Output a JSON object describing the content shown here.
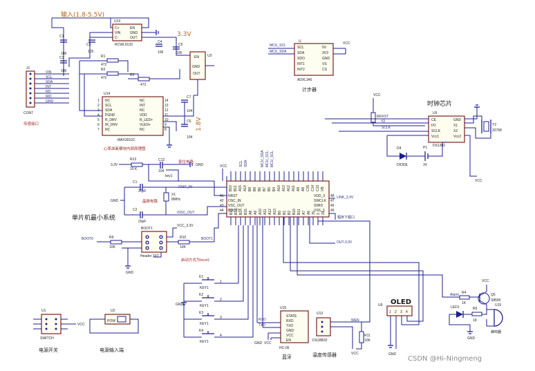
{
  "power_input": {
    "title": "输入(1.8-5.5V)",
    "rail_3v3": "3.3V",
    "ldo": {
      "ref": "U13",
      "part": "RCWL0133",
      "pins": [
        "C+",
        "VIN",
        "C-",
        "EN",
        "GND",
        "OUT"
      ]
    },
    "caps": [
      "C1",
      "C2",
      "C3",
      "C4",
      "C5"
    ],
    "cap_value": "106",
    "cap_value2": "105"
  },
  "connector_j1": {
    "ref": "J1",
    "name": "CON7",
    "label": "传感接口",
    "nets": [
      "VIN",
      "SCL",
      "SDA",
      "INT",
      "RD",
      "IRD",
      "GND"
    ]
  },
  "heart_sensor": {
    "ref": "U14",
    "part": "MAX30102",
    "label": "心率血氧模块内部原理图",
    "resistors": [
      "R1",
      "R2",
      "R3"
    ],
    "res_value": "472",
    "left_pins": [
      "NC",
      "SCL",
      "SDA",
      "PGND",
      "R_DRV",
      "IR_DRV",
      "NC"
    ],
    "right_pins": [
      "NC",
      "INT",
      "NC",
      "VDD",
      "R_LED+",
      "VLED+",
      "NC"
    ],
    "left_nums": [
      "1",
      "2",
      "3",
      "4",
      "5",
      "6",
      "7"
    ],
    "right_nums": [
      "14",
      "13",
      "12",
      "11",
      "10",
      "9",
      "8"
    ]
  },
  "ldo_1v8": {
    "ref": "U3",
    "part": "1.8V",
    "pins": [
      "EN",
      "GND",
      "OUT"
    ],
    "caps": [
      "C7",
      "C6"
    ],
    "cap_value": "104"
  },
  "pedometer": {
    "ref": "U",
    "part": "ADXL345",
    "label": "计步器",
    "net_scl": "MCU_SCL",
    "net_sda": "MCU_SDA",
    "left_pins": [
      "SCL",
      "SDA",
      "SDO",
      "INT1",
      "INT2"
    ],
    "right_pins": [
      "5V",
      "3V3",
      "GND",
      "VS",
      "CS"
    ],
    "vcc": "VCC"
  },
  "rtc": {
    "ref": "U9",
    "part": "DS1302",
    "label": "时钟芯片",
    "left_pins": [
      "CE",
      "I/O",
      "SCLK",
      "Vcc1"
    ],
    "right_pins": [
      "GND",
      "X1",
      "X2",
      "Vcc2"
    ],
    "crystal": "Y2",
    "crystal_freq": "32768",
    "r_ref": "R6",
    "vcc": "VCC",
    "diode": "D4",
    "diode_part": "DIODE",
    "bat": "P1",
    "bat_v": "3V",
    "net_rst": "RST",
    "net_io": "IO",
    "net_sclk": "SCLK"
  },
  "mcu": {
    "label": "单片机最小系统",
    "reset_label": "复位电路",
    "osc_label": "晶振电路",
    "boot_label": "启动方式为boot1",
    "r_reset": "R13",
    "r_reset_val": "10 K",
    "c_reset": "C12",
    "c_reset_val": "104",
    "key": "key1",
    "c_osc1": "C1",
    "c_osc2": "C2",
    "c_osc_val": "20pF",
    "crystal": "X1",
    "crystal_freq": "8MHz",
    "nets_left": [
      "NRST",
      "OSC_IN",
      "VSC_OUT",
      "BOOT1"
    ],
    "nums_left": [
      "41",
      "42",
      "43",
      "44"
    ],
    "nets_right": [
      "VDD_3",
      "SWCLK",
      "SWID",
      "VSS_3"
    ],
    "nums_right": [
      "48",
      "47",
      "46",
      "45"
    ],
    "top_pins": [
      "B10",
      "B11",
      "A15",
      "A14",
      "B8",
      "B9",
      "B6",
      "B7",
      "B5",
      "B4",
      "A10",
      "A13",
      "A12",
      "A11",
      "A9",
      "A8",
      "C15",
      "C14",
      "C13",
      "VB"
    ],
    "bottom_pins": [
      "B12",
      "B13",
      "B14",
      "B15",
      "A8",
      "A9",
      "A10",
      "A11",
      "A12",
      "A13",
      "B0",
      "B1",
      "B2",
      "B10",
      "B11",
      "A7",
      "A6",
      "3V",
      "3",
      "33"
    ],
    "net_3v3": "LINK_3.3V",
    "net_gnd": "GND",
    "net_out33": "OUT-3.3V",
    "net_download": "程序下载口",
    "vcc": "VCC",
    "gnd": "GND",
    "boot_header": "BOOT1",
    "boot_part": "Header 3X2",
    "r9": "R9",
    "r9_val": "10K",
    "r10": "R10",
    "r10_val": "10K",
    "vcc_33": "VCC_3.3V",
    "boot_net": "BOOT0",
    "boot_net2": "BOOT1",
    "nrst_net": "NRST",
    "osc_in": "/OSC_IN",
    "osc_out": "/OSC_OUT",
    "top_nets": [
      "SCL",
      "SDA",
      "MCU_SDA",
      "MCU_SCL",
      "MCU_SCL"
    ]
  },
  "keys": {
    "items": [
      {
        "ref": "K1",
        "name": "KEY1",
        "pin": "1"
      },
      {
        "ref": "K2",
        "name": "KEY1",
        "pin": "2"
      },
      {
        "ref": "K3",
        "name": "KEY1",
        "pin": "3"
      },
      {
        "ref": "K4",
        "name": "KEY1",
        "pin": "4"
      }
    ],
    "gnd": "GND"
  },
  "bluetooth": {
    "ref": "U15",
    "part": "HC-05",
    "label": "蓝牙",
    "pins": [
      "STATE",
      "RXD",
      "TXD",
      "GND",
      "VCC",
      "EN"
    ],
    "net_rxd": "RXD",
    "net_txd": "TXD",
    "gnd": "GND",
    "vcc": "VCC"
  },
  "temp_sensor": {
    "ref": "U13",
    "part": "DS18B20",
    "label": "温度传感器",
    "r_ref": "R11",
    "r_val": "10K",
    "net": "WEN",
    "vcc": "VCC"
  },
  "oled": {
    "ref": "U9",
    "title": "OLED",
    "pins": [
      "1",
      "2",
      "3",
      "4"
    ],
    "gnd": "GND",
    "vcc": "VCC"
  },
  "alarm": {
    "net": "Alarm",
    "r_ref": "R4",
    "r_val": "1K",
    "q_ref": "Q5",
    "q_part": "S8550",
    "led": "LED1",
    "r_led": "R5",
    "r_led_val": "1K",
    "buzzer": "U15",
    "buzzer_label": "蜂鸣器",
    "vcc": "VCC",
    "gnd": "GND"
  },
  "power_switch": {
    "ref": "U1",
    "part": "SWITCH",
    "label": "电源开关",
    "vcc": "VCC"
  },
  "power_jack": {
    "ref": "U2",
    "part": "POW",
    "label": "电源输入端"
  },
  "watermark": "CSDN @Hi-Ningmeng"
}
